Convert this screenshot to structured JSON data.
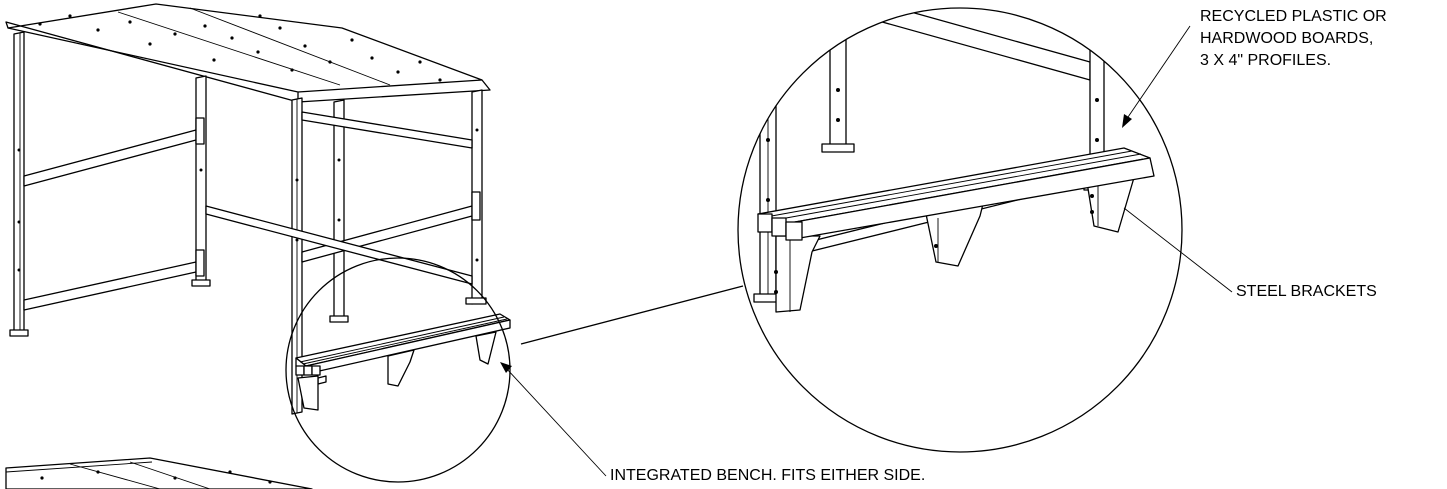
{
  "callouts": {
    "boards": [
      "RECYCLED PLASTIC OR",
      "HARDWOOD BOARDS,",
      "3 X 4\" PROFILES."
    ],
    "brackets": "STEEL BRACKETS",
    "bench": "INTEGRATED BENCH.  FITS EITHER SIDE."
  }
}
